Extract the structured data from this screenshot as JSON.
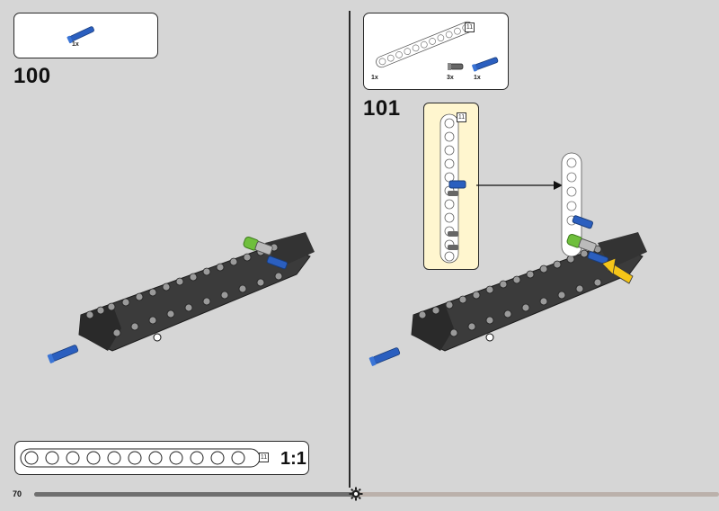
{
  "page": {
    "number": "70",
    "progress_fraction": 0.47
  },
  "step100": {
    "number": "100",
    "parts": [
      {
        "name": "blue axle pin",
        "qty": "1x"
      }
    ]
  },
  "step101": {
    "number": "101",
    "parts": [
      {
        "name": "white liftarm 11",
        "qty": "1x",
        "length": "11"
      },
      {
        "name": "grey connector",
        "qty": "3x"
      },
      {
        "name": "blue axle pin",
        "qty": "1x"
      }
    ],
    "callout_length": "11"
  },
  "ruler": {
    "length_badge": "11",
    "scale_label": "1:1"
  },
  "colors": {
    "background": "#d6d6d6",
    "callout_bg": "#fff6cf",
    "liftarm_dark": "#3b3b3b",
    "pin_blue": "#2b5fbf",
    "pin_green": "#6fbf3c",
    "arrow_yellow": "#f5c518"
  }
}
